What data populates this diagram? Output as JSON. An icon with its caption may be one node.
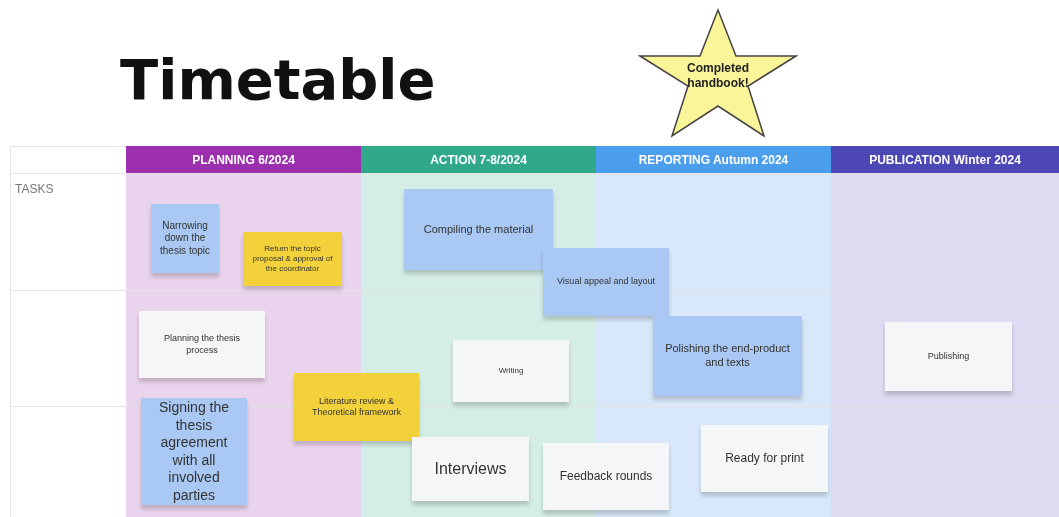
{
  "diagram": {
    "title": "Timetable",
    "nodes": [
      {
        "text": [
          "Completed handbook!"
        ]
      },
      {
        "text": [
          "PLANNING 6/2024"
        ]
      },
      {
        "text": [
          "ACTION 7-8/2024"
        ]
      },
      {
        "text": [
          "REPORTING Autumn 2024"
        ]
      },
      {
        "text": [
          "PUBLICATION Winter 2024"
        ]
      },
      {
        "text": [
          "Narrowing down the thesis topic"
        ]
      },
      {
        "text": [
          "Return the topic proposal & approval of the coordinator"
        ]
      },
      {
        "text": [
          "Compiling the material"
        ]
      },
      {
        "text": [
          "Visual appeal and layout"
        ]
      },
      {
        "text": [
          "Planning the thesis process"
        ]
      },
      {
        "text": [
          "Publishing"
        ]
      },
      {
        "text": [
          "Polishing the end-product and texts"
        ]
      },
      {
        "text": [
          "Writing"
        ]
      },
      {
        "text": [
          "Literature review & Theoretical framework"
        ]
      },
      {
        "text": [
          "Signing the thesis agreement with all involved parties"
        ]
      },
      {
        "text": [
          "Interviews"
        ]
      },
      {
        "text": [
          "Feedback rounds"
        ]
      },
      {
        "text": [
          "Ready for print"
        ]
      }
    ],
    "labels": [
      "TASKS"
    ]
  }
}
